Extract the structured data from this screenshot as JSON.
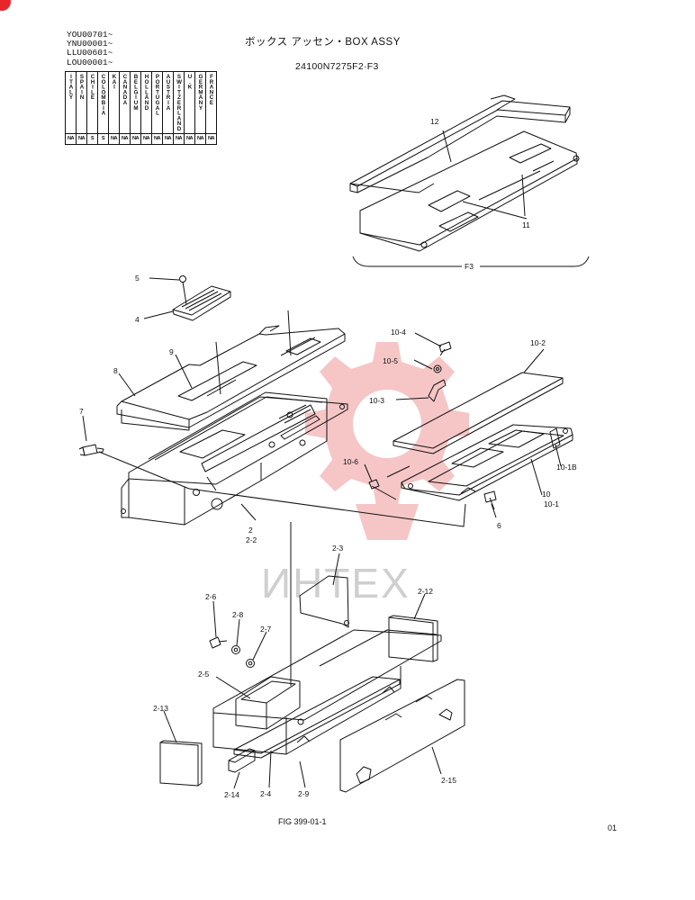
{
  "header": {
    "serials": [
      "YOU00701~",
      "YNU00001~",
      "LLU00601~",
      "LOU00001~"
    ],
    "title": "ボックス アッセン・BOX ASSY",
    "part_number": "24100N7275F2·F3"
  },
  "countries": [
    {
      "name": "ITALY",
      "code": "NA"
    },
    {
      "name": "SPAIN",
      "code": "NA"
    },
    {
      "name": "CHILE",
      "code": "S"
    },
    {
      "name": "COLOMBIA",
      "code": "S"
    },
    {
      "name": "KAI",
      "code": "NA"
    },
    {
      "name": "CANADA",
      "code": "NA"
    },
    {
      "name": "BELGIUM",
      "code": "NA"
    },
    {
      "name": "HOLLAND",
      "code": "NA"
    },
    {
      "name": "PORTUGAL",
      "code": "NA"
    },
    {
      "name": "AUSTRIA",
      "code": "NA"
    },
    {
      "name": "SWITZERLAND",
      "code": "NA"
    },
    {
      "name": "U.K",
      "code": "NA"
    },
    {
      "name": "GERMANY",
      "code": "NA"
    },
    {
      "name": "FRANCE",
      "code": "NA"
    }
  ],
  "callouts": {
    "c12": "12",
    "c11": "11",
    "cF3": "F3",
    "c5": "5",
    "c4": "4",
    "c9": "9",
    "c8": "8",
    "c7": "7",
    "c10_4": "10-4",
    "c10_5": "10-5",
    "c10_3": "10-3",
    "c10_2": "10-2",
    "c10_6": "10-6",
    "c10_18": "10-1B",
    "c10": "10",
    "c10_1": "10-1",
    "c6": "6",
    "c2": "2",
    "c2_2": "2-2",
    "c2_3": "2-3",
    "c2_12": "2-12",
    "c2_6": "2-6",
    "c2_8": "2-8",
    "c2_7": "2-7",
    "c2_5": "2-5",
    "c2_13": "2-13",
    "c2_14": "2-14",
    "c2_4": "2-4",
    "c2_9": "2-9",
    "c2_15": "2-15"
  },
  "watermark": "ИНТЕХ",
  "footer": {
    "figure": "FIG 399-01-1",
    "page": "01"
  },
  "colors": {
    "watermark_gear": "#f6c6c6",
    "corner_mark": "#e8252b"
  }
}
